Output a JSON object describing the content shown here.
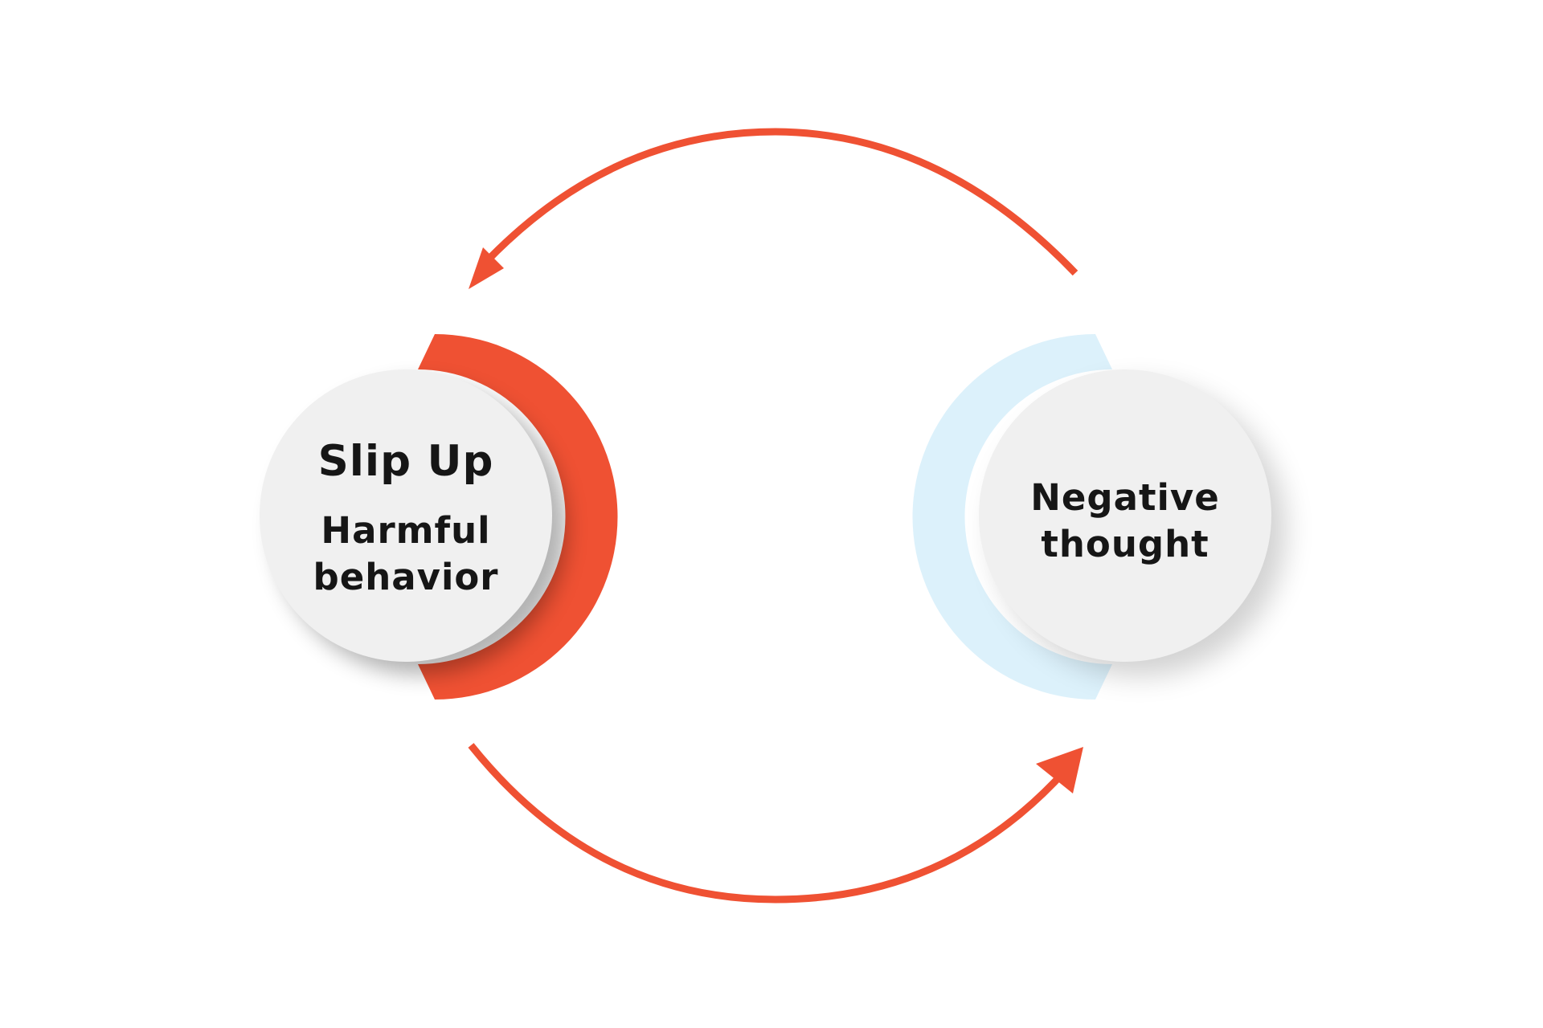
{
  "colors": {
    "background": "#ffffff",
    "accent": "#ef5133",
    "accent_light": "#dcf1fb",
    "circle_fill": "#f0f0f0",
    "text": "#161616"
  },
  "nodes": {
    "slip_up": {
      "title": "Slip Up",
      "subtitle_line1": "Harmful",
      "subtitle_line2": "behavior"
    },
    "negative_thought": {
      "label_line1": "Negative",
      "label_line2": "thought"
    }
  },
  "arrows": [
    {
      "from": "negative_thought",
      "to": "slip_up",
      "path": "top-arc"
    },
    {
      "from": "slip_up",
      "to": "negative_thought",
      "path": "bottom-arc"
    }
  ]
}
